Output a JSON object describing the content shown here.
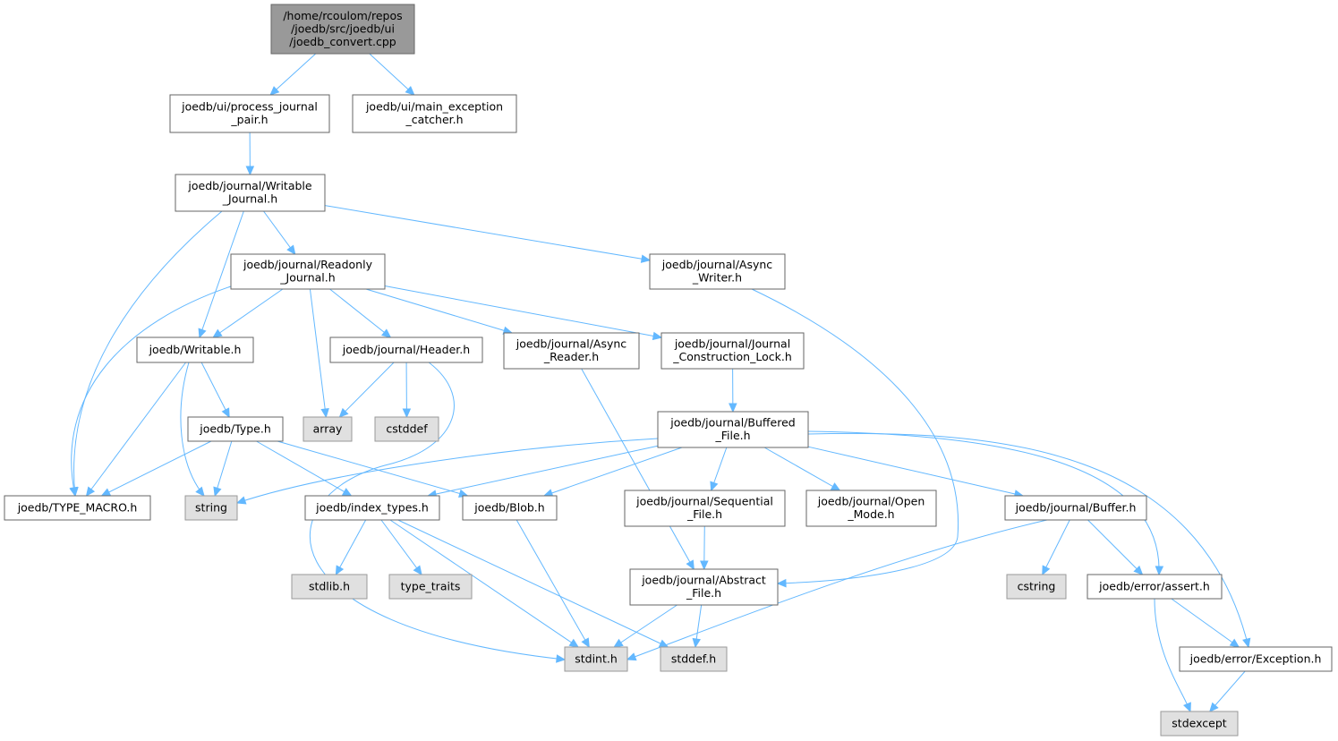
{
  "title": "",
  "colors": {
    "edge": "#63b8ff",
    "root_fill": "#999999",
    "system_fill": "#e0e0e0",
    "node_border": "#666666"
  },
  "nodes": [
    {
      "id": "root",
      "kind": "root",
      "lines": [
        "/home/rcoulom/repos",
        "/joedb/src/joedb/ui",
        "/joedb_convert.cpp"
      ]
    },
    {
      "id": "process_journal_pair",
      "kind": "file",
      "lines": [
        "joedb/ui/process_journal",
        "_pair.h"
      ]
    },
    {
      "id": "main_exception_catcher",
      "kind": "file",
      "lines": [
        "joedb/ui/main_exception",
        "_catcher.h"
      ]
    },
    {
      "id": "writable_journal",
      "kind": "file",
      "lines": [
        "joedb/journal/Writable",
        "_Journal.h"
      ]
    },
    {
      "id": "readonly_journal",
      "kind": "file",
      "lines": [
        "joedb/journal/Readonly",
        "_Journal.h"
      ]
    },
    {
      "id": "async_writer",
      "kind": "file",
      "lines": [
        "joedb/journal/Async",
        "_Writer.h"
      ]
    },
    {
      "id": "writable",
      "kind": "file",
      "lines": [
        "joedb/Writable.h"
      ]
    },
    {
      "id": "header",
      "kind": "file",
      "lines": [
        "joedb/journal/Header.h"
      ]
    },
    {
      "id": "async_reader",
      "kind": "file",
      "lines": [
        "joedb/journal/Async",
        "_Reader.h"
      ]
    },
    {
      "id": "journal_construction_lock",
      "kind": "file",
      "lines": [
        "joedb/journal/Journal",
        "_Construction_Lock.h"
      ]
    },
    {
      "id": "array",
      "kind": "sys",
      "lines": [
        "array"
      ]
    },
    {
      "id": "cstddef",
      "kind": "sys",
      "lines": [
        "cstddef"
      ]
    },
    {
      "id": "type",
      "kind": "file",
      "lines": [
        "joedb/Type.h"
      ]
    },
    {
      "id": "buffered_file",
      "kind": "file",
      "lines": [
        "joedb/journal/Buffered",
        "_File.h"
      ]
    },
    {
      "id": "type_macro",
      "kind": "file",
      "lines": [
        "joedb/TYPE_MACRO.h"
      ]
    },
    {
      "id": "string",
      "kind": "sys",
      "lines": [
        "string"
      ]
    },
    {
      "id": "index_types",
      "kind": "file",
      "lines": [
        "joedb/index_types.h"
      ]
    },
    {
      "id": "blob",
      "kind": "file",
      "lines": [
        "joedb/Blob.h"
      ]
    },
    {
      "id": "sequential_file",
      "kind": "file",
      "lines": [
        "joedb/journal/Sequential",
        "_File.h"
      ]
    },
    {
      "id": "open_mode",
      "kind": "file",
      "lines": [
        "joedb/journal/Open",
        "_Mode.h"
      ]
    },
    {
      "id": "buffer",
      "kind": "file",
      "lines": [
        "joedb/journal/Buffer.h"
      ]
    },
    {
      "id": "stdlib",
      "kind": "sys",
      "lines": [
        "stdlib.h"
      ]
    },
    {
      "id": "type_traits",
      "kind": "sys",
      "lines": [
        "type_traits"
      ]
    },
    {
      "id": "abstract_file",
      "kind": "file",
      "lines": [
        "joedb/journal/Abstract",
        "_File.h"
      ]
    },
    {
      "id": "cstring",
      "kind": "sys",
      "lines": [
        "cstring"
      ]
    },
    {
      "id": "assert",
      "kind": "file",
      "lines": [
        "joedb/error/assert.h"
      ]
    },
    {
      "id": "stdint",
      "kind": "sys",
      "lines": [
        "stdint.h"
      ]
    },
    {
      "id": "stddef",
      "kind": "sys",
      "lines": [
        "stddef.h"
      ]
    },
    {
      "id": "exception",
      "kind": "file",
      "lines": [
        "joedb/error/Exception.h"
      ]
    },
    {
      "id": "stdexcept",
      "kind": "sys",
      "lines": [
        "stdexcept"
      ]
    }
  ],
  "edges": [
    [
      "root",
      "process_journal_pair"
    ],
    [
      "root",
      "main_exception_catcher"
    ],
    [
      "process_journal_pair",
      "writable_journal"
    ],
    [
      "writable_journal",
      "readonly_journal"
    ],
    [
      "writable_journal",
      "async_writer"
    ],
    [
      "writable_journal",
      "writable"
    ],
    [
      "writable_journal",
      "type_macro"
    ],
    [
      "readonly_journal",
      "writable"
    ],
    [
      "readonly_journal",
      "header"
    ],
    [
      "readonly_journal",
      "async_reader"
    ],
    [
      "readonly_journal",
      "journal_construction_lock"
    ],
    [
      "readonly_journal",
      "array"
    ],
    [
      "readonly_journal",
      "type_macro"
    ],
    [
      "async_writer",
      "abstract_file"
    ],
    [
      "writable",
      "type"
    ],
    [
      "writable",
      "type_macro"
    ],
    [
      "writable",
      "string"
    ],
    [
      "header",
      "array"
    ],
    [
      "header",
      "cstddef"
    ],
    [
      "header",
      "stdint"
    ],
    [
      "async_reader",
      "abstract_file"
    ],
    [
      "journal_construction_lock",
      "buffered_file"
    ],
    [
      "type",
      "type_macro"
    ],
    [
      "type",
      "string"
    ],
    [
      "type",
      "index_types"
    ],
    [
      "type",
      "blob"
    ],
    [
      "buffered_file",
      "string"
    ],
    [
      "buffered_file",
      "index_types"
    ],
    [
      "buffered_file",
      "blob"
    ],
    [
      "buffered_file",
      "sequential_file"
    ],
    [
      "buffered_file",
      "open_mode"
    ],
    [
      "buffered_file",
      "buffer"
    ],
    [
      "buffered_file",
      "assert"
    ],
    [
      "buffered_file",
      "exception"
    ],
    [
      "index_types",
      "stdlib"
    ],
    [
      "index_types",
      "type_traits"
    ],
    [
      "index_types",
      "stdint"
    ],
    [
      "index_types",
      "stddef"
    ],
    [
      "blob",
      "stdint"
    ],
    [
      "sequential_file",
      "abstract_file"
    ],
    [
      "buffer",
      "cstring"
    ],
    [
      "buffer",
      "assert"
    ],
    [
      "buffer",
      "stdint"
    ],
    [
      "abstract_file",
      "stdint"
    ],
    [
      "abstract_file",
      "stddef"
    ],
    [
      "assert",
      "exception"
    ],
    [
      "assert",
      "stdexcept"
    ],
    [
      "exception",
      "stdexcept"
    ]
  ]
}
